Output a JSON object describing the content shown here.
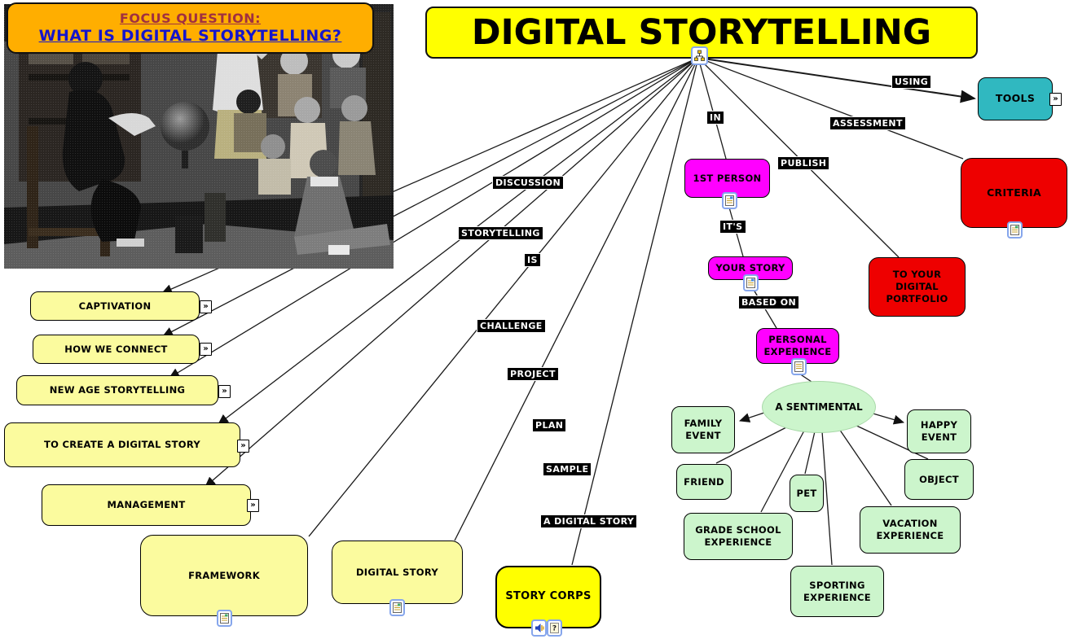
{
  "focus_box": {
    "line1": "FOCUS QUESTION:",
    "line2": "WHAT IS DIGITAL STORYTELLING?"
  },
  "title": "DIGITAL STORYTELLING",
  "photo": {
    "description": "black-and-white classroom photograph: teacher seated beside a globe with a group of children gathered around"
  },
  "link_labels": {
    "discussion": "DISCUSSION",
    "storytelling": "STORYTELLING",
    "is": "IS",
    "challenge": "CHALLENGE",
    "project": "PROJECT",
    "plan": "PLAN",
    "sample": "SAMPLE",
    "a_digital_story": "A DIGITAL STORY",
    "in": "IN",
    "publish": "PUBLISH",
    "assessment": "ASSESSMENT",
    "using": "USING",
    "its": "IT'S",
    "based_on": "BASED ON"
  },
  "nodes": {
    "captivation": "CAPTIVATION",
    "how_we_connect": "HOW WE CONNECT",
    "new_age_storytelling": "NEW AGE STORYTELLING",
    "to_create_a_digital_story": "TO CREATE A DIGITAL STORY",
    "management": "MANAGEMENT",
    "framework": "FRAMEWORK",
    "digital_story": "DIGITAL STORY",
    "story_corps": "STORY CORPS",
    "tools": "TOOLS",
    "criteria": "CRITERIA",
    "to_your_digital_portfolio": "TO YOUR DIGITAL PORTFOLIO",
    "first_person": "1ST PERSON",
    "your_story": "YOUR STORY",
    "personal_experience": "PERSONAL EXPERIENCE",
    "a_sentimental": "A SENTIMENTAL",
    "family_event": "FAMILY EVENT",
    "friend": "FRIEND",
    "grade_school_experience": "GRADE SCHOOL EXPERIENCE",
    "pet": "PET",
    "sporting_experience": "SPORTING EXPERIENCE",
    "vacation_experience": "VACATION EXPERIENCE",
    "object": "OBJECT",
    "happy_event": "HAPPY EVENT"
  },
  "icons": {
    "chevron_glyph": "»",
    "hub_icon": "concept-map-icon",
    "doc_icon": "document-resource-icon",
    "sound_icon": "speaker-icon",
    "question_icon": "question-document-icon"
  },
  "colors": {
    "title_bg": "#FFFF00",
    "focus_bg": "#FFAE00",
    "pale_yellow": "#FBFB9E",
    "bright_yellow": "#FFFF00",
    "magenta": "#FF00FF",
    "red": "#EE0000",
    "teal": "#30B8C0",
    "light_green": "#CCF5CC",
    "label_bg": "#000000",
    "label_fg": "#FFFFFF"
  }
}
